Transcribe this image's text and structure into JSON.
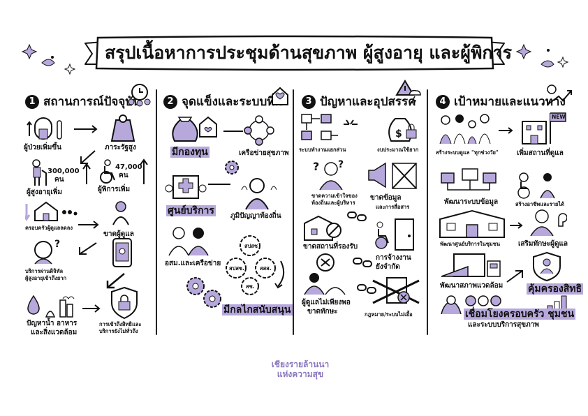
{
  "title": "สรุปเนื้อหาการประชุมด้านสุขภาพ ผู้สูงอายุ และผู้พิการ",
  "colors": {
    "accent": "#b7a8dc",
    "ink": "#111111",
    "logo": "#8a77bd"
  },
  "sections": [
    {
      "number": "1",
      "heading": "สถานการณ์ปัจจุบัน",
      "labels": {
        "elderly_increase": "ผู้ป่วยเพิ่มขึ้น",
        "burden": "ภาระรัฐสูง",
        "elderly_count": "300,000",
        "elderly_unit": "คน",
        "elderly_more": "ผู้สูงอายุเพิ่ม",
        "disabled_count": "47,000",
        "disabled_unit": "คน",
        "disabled_more": "ผู้พิการเพิ่ม",
        "small_family": "ครอบครัวผู้ดูแลลดลง",
        "lack_caregiver": "ขาดผู้ดูแล",
        "digital_1": "บริการผ่านดิจิทัล",
        "digital_2": "ผู้สูงอายุเข้าถึงยาก",
        "problem_1": "ปัญหาน้ำ อาหาร",
        "problem_2": "และสิ่งแวดล้อม",
        "access_1": "การเข้าถึงสิทธิและ",
        "access_2": "บริการยังไม่ทั่วถึง"
      }
    },
    {
      "number": "2",
      "heading": "จุดแข็งและระบบที่มี",
      "labels": {
        "fund": "มีกองทุน",
        "network": "เครือข่ายสุขภาพ",
        "service": "ศูนย์บริการ",
        "wisdom": "ภูมิปัญญาท้องถิ่น",
        "volunteer": "อสม.และเครือข่าย",
        "gear_1": "สปสช",
        "gear_2": "สปสช.",
        "gear_3": "สสส.",
        "gear_4": "สช.",
        "mechanism": "มีกลไกสนับสนุน"
      }
    },
    {
      "number": "3",
      "heading": "ปัญหาและอุปสรรค",
      "labels": {
        "separate": "ระบบทำงานแยกส่วน",
        "budget": "งบประมาณใช้ยาก",
        "knowledge_1": "ขาดความเข้าใจของ",
        "knowledge_2": "ท้องถิ่นและผู้บริหาร",
        "lack_data": "ขาดข้อมูล",
        "lack_comm": "และการสื่อสาร",
        "lack_place": "ขาดสถานที่รองรับ",
        "hiring_1": "การจ้างงาน",
        "hiring_2": "ยังจำกัด",
        "caregiver_1": "ผู้ดูแลไม่เพียงพอ",
        "caregiver_2": "ขาดทักษะ",
        "law": "กฎหมาย/ระบบไม่เอื้อ"
      }
    },
    {
      "number": "4",
      "heading": "เป้าหมายและแนวทาง",
      "labels": {
        "all_ages": "สร้างระบบดูแล \"ทุกช่วงวัย\"",
        "more_places": "เพิ่มสถานที่ดูแล",
        "new_sign": "NEW",
        "data_system": "พัฒนาระบบข้อมูล",
        "jobs": "สร้างอาชีพและรายได้",
        "centers": "พัฒนาศูนย์บริการในชุมชน",
        "skills": "เสริมทักษะผู้ดูแล",
        "environment": "พัฒนาสภาพแวดล้อม",
        "protect": "คุ้มครองสิทธิ",
        "connect_1": "เชื่อมโยงครอบครัว ชุมชน",
        "connect_2": "และระบบบริการสุขภาพ"
      }
    }
  ],
  "logo": {
    "line1": "เชียงรายล้านนา",
    "line2": "แห่งความสุข"
  }
}
